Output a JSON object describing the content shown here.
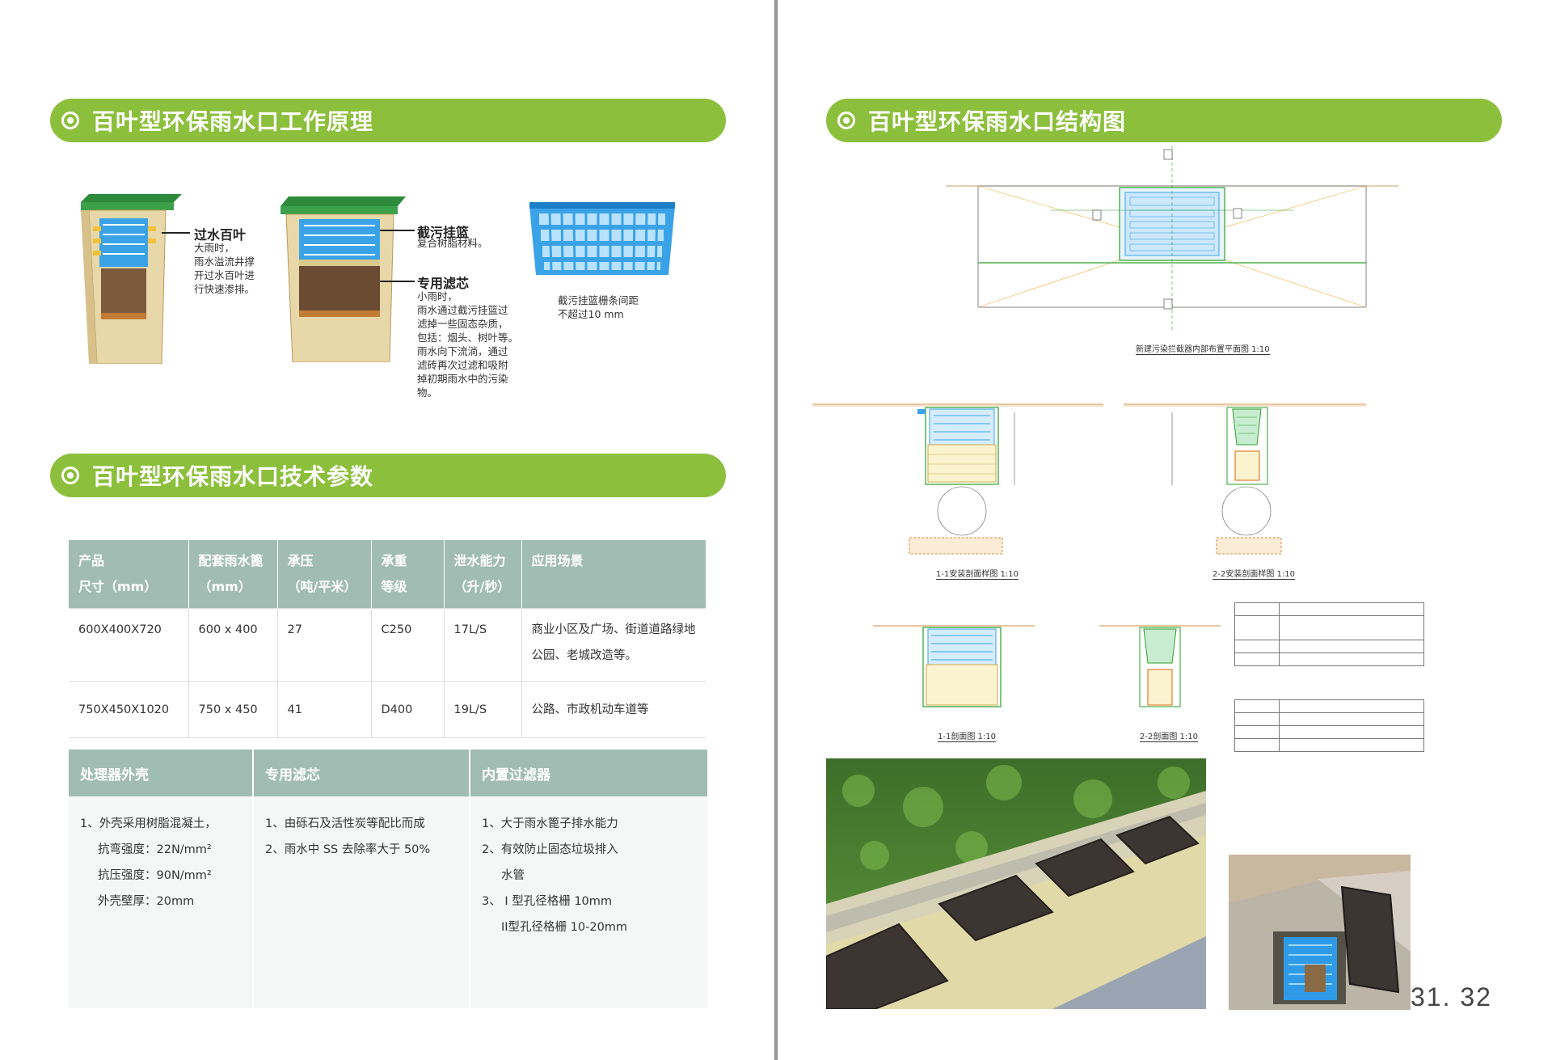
{
  "left_page": {
    "section1": {
      "title": "百叶型环保雨水口工作原理"
    },
    "annotations": {
      "louver": {
        "title": "过水百叶",
        "lines": [
          "大雨时，",
          "雨水溢流井撑",
          "开过水百叶进",
          "行快速渗排。"
        ]
      },
      "basket": {
        "title": "截污挂篮",
        "text": "复合树脂材料。"
      },
      "filter": {
        "title": "专用滤芯",
        "lines": [
          "小雨时，",
          "雨水通过截污挂篮过",
          "滤掉一些固态杂质，",
          "包括：烟头、树叶等。",
          "雨水向下流淌，通过",
          "滤砖再次过滤和吸附",
          "掉初期雨水中的污染",
          "物。"
        ]
      },
      "basket_note": {
        "lines": [
          "截污挂篮栅条间距",
          "不超过10 mm"
        ]
      }
    },
    "section2": {
      "title": "百叶型环保雨水口技术参数"
    },
    "spec_table": {
      "headers": [
        [
          "产品",
          "尺寸（mm）"
        ],
        [
          "配套雨水篦",
          "（mm）"
        ],
        [
          "承压",
          "（吨/平米）"
        ],
        [
          "承重",
          "等级"
        ],
        [
          "泄水能力",
          "（升/秒）"
        ],
        [
          "应用场景",
          ""
        ]
      ],
      "rows": [
        [
          "600X400X720",
          "600 x 400",
          "27",
          "C250",
          "17L/S",
          "商业小区及广场、街道道路绿地公园、老城改造等。"
        ],
        [
          "750X450X1020",
          "750 x 450",
          "41",
          "D400",
          "19L/S",
          "公路、市政机动车道等"
        ]
      ]
    },
    "feature_table": {
      "headers": [
        "处理器外壳",
        "专用滤芯",
        "内置过滤器"
      ],
      "col1": [
        "1、外壳采用树脂混凝土，",
        "抗弯强度：22N/mm²",
        "抗压强度：90N/mm²",
        "外壳壁厚：20mm"
      ],
      "col2": [
        "1、由砾石及活性炭等配比而成",
        "2、雨水中 SS 去除率大于 50%"
      ],
      "col3": [
        "1、大于雨水篦子排水能力",
        "2、有效防止固态垃圾排入",
        "水管",
        "3、 I 型孔径格栅 10mm",
        "II型孔径格栅 10-20mm"
      ]
    }
  },
  "right_page": {
    "section": {
      "title": "百叶型环保雨水口结构图"
    },
    "drawing_captions": {
      "plan": "新建污染拦截器内部布置平面图 1:10",
      "sec11_install": "1-1安装剖面样图 1:10",
      "sec22_install": "2-2安装剖面样图 1:10",
      "sec11": "1-1剖面图 1:10",
      "sec22": "2-2剖面图 1:10"
    },
    "page_number": "31. 32"
  },
  "colors": {
    "accent": "#8cbf3c",
    "table_header": "#a1bcb3",
    "basket_blue": "#3aa3e8",
    "box_tan": "#c9a86a"
  }
}
